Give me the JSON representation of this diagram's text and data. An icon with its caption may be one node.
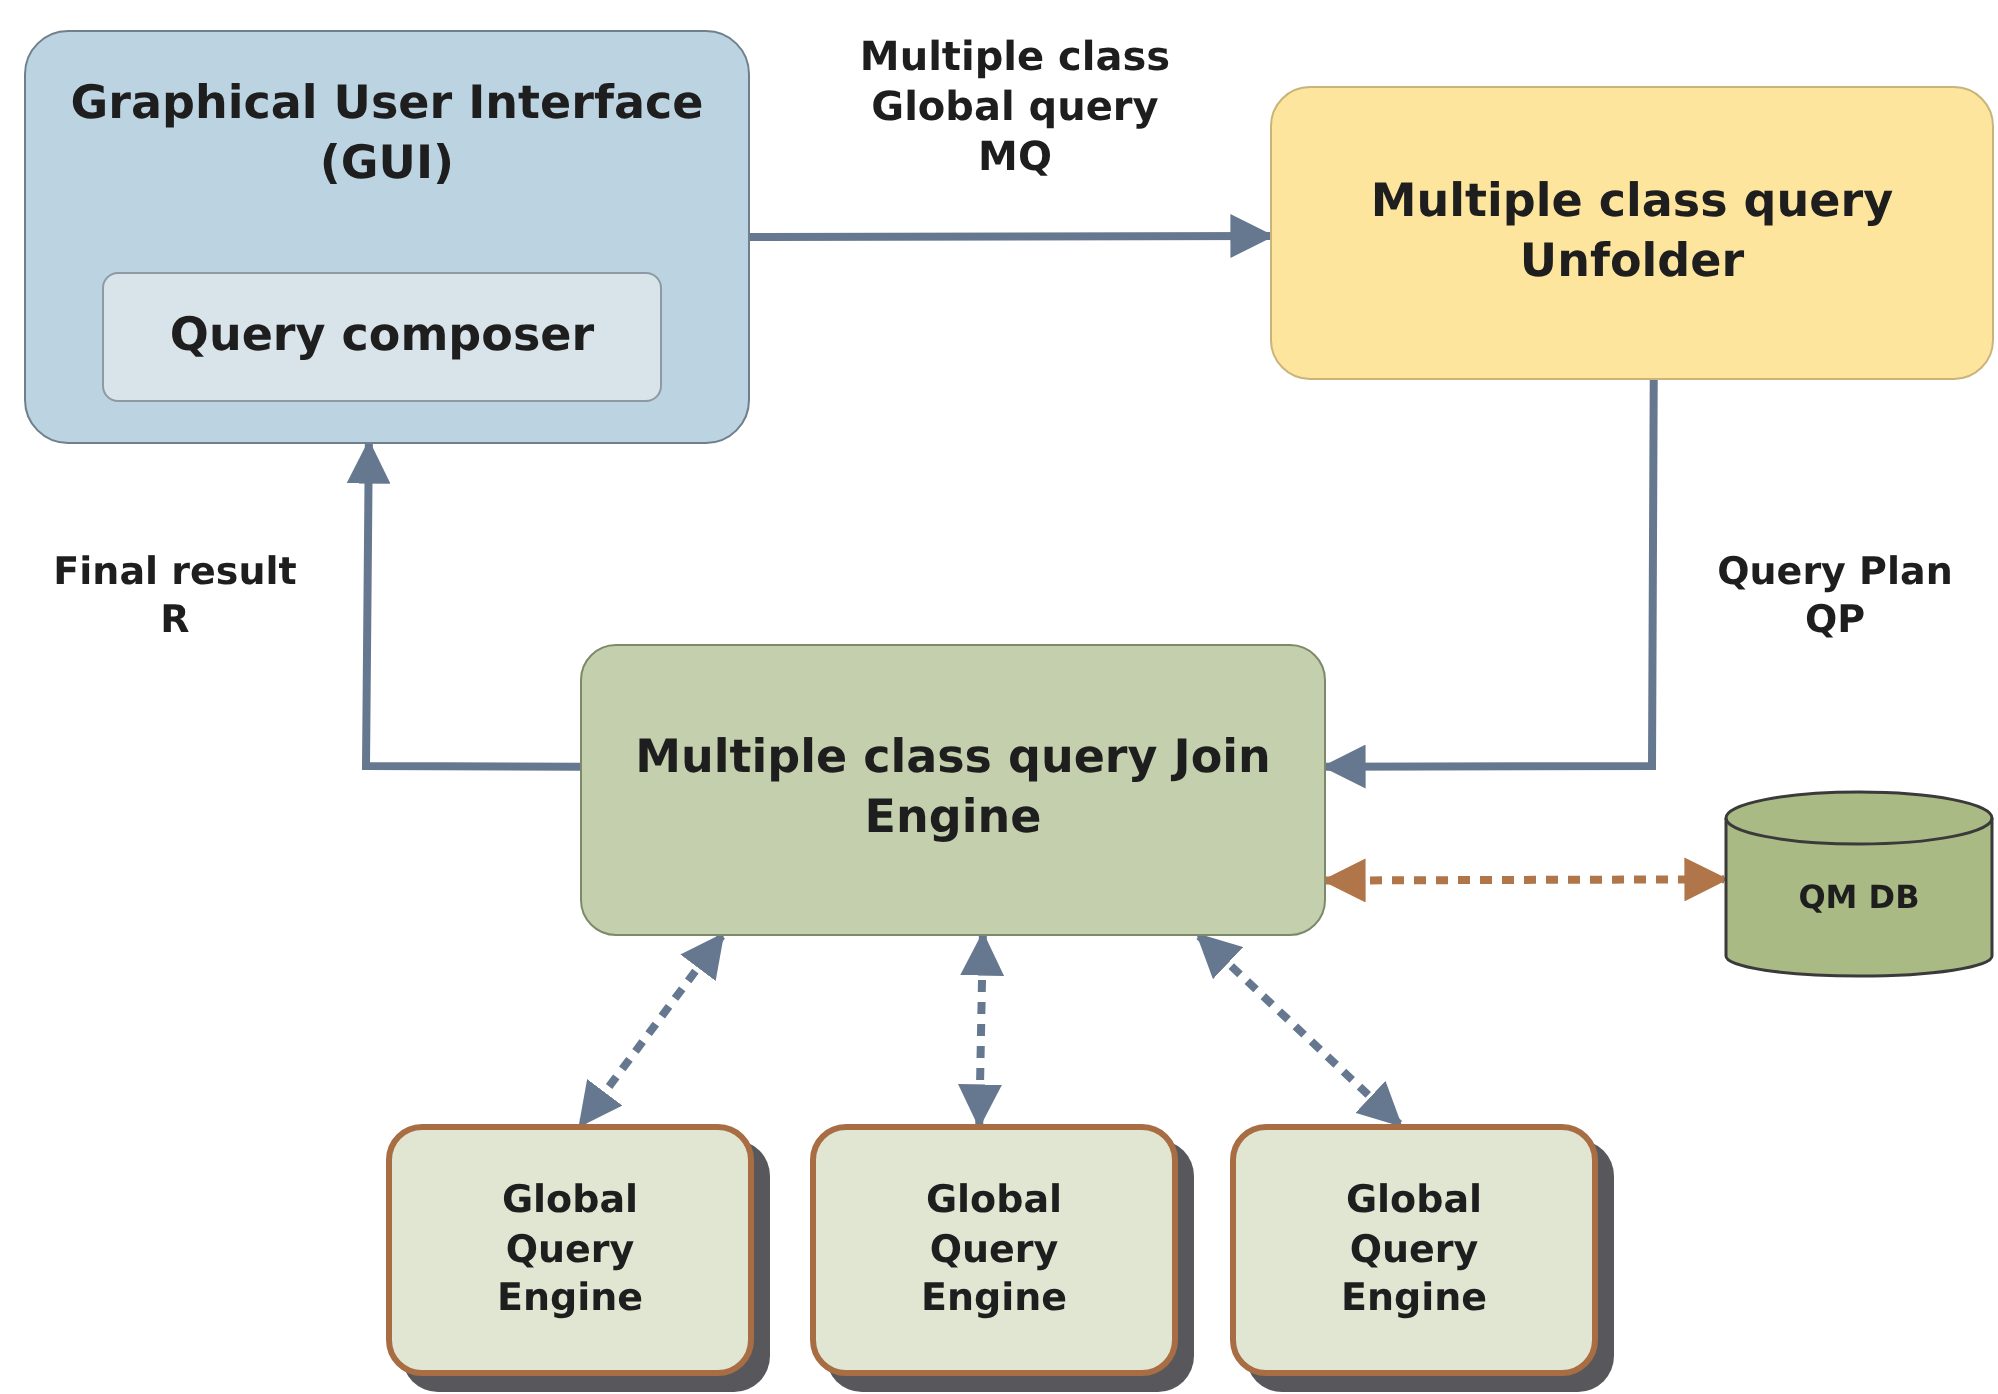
{
  "diagram": {
    "nodes": [
      {
        "text": [
          "Graphical User Interface (GUI)"
        ]
      },
      {
        "text": [
          "Query composer"
        ],
        "in": 0
      },
      {
        "text": [
          "Multiple class query Unfolder"
        ]
      },
      {
        "text": [
          "Multiple class query Join Engine"
        ]
      },
      {
        "text": [
          "QM DB"
        ]
      },
      {
        "text": [
          "Global Query Engine"
        ]
      },
      {
        "text": [
          "Global Query Engine"
        ]
      },
      {
        "text": [
          "Global Query Engine"
        ]
      }
    ],
    "edges": [
      {
        "from": 0,
        "to": 2,
        "arrow": "to",
        "label": "Multiple class Global query MQ"
      },
      {
        "from": 2,
        "to": 3,
        "arrow": "to",
        "label": "Query Plan QP"
      },
      {
        "from": 3,
        "to": 0,
        "arrow": "to",
        "label": "Final result R"
      },
      {
        "from": 3,
        "to": 4,
        "arrow": "both",
        "style": "dashed",
        "color": "#b0764a"
      },
      {
        "from": 3,
        "to": 5,
        "arrow": "both",
        "style": "dashed"
      },
      {
        "from": 3,
        "to": 6,
        "arrow": "both",
        "style": "dashed"
      },
      {
        "from": 3,
        "to": 7,
        "arrow": "both",
        "style": "dashed"
      }
    ]
  }
}
